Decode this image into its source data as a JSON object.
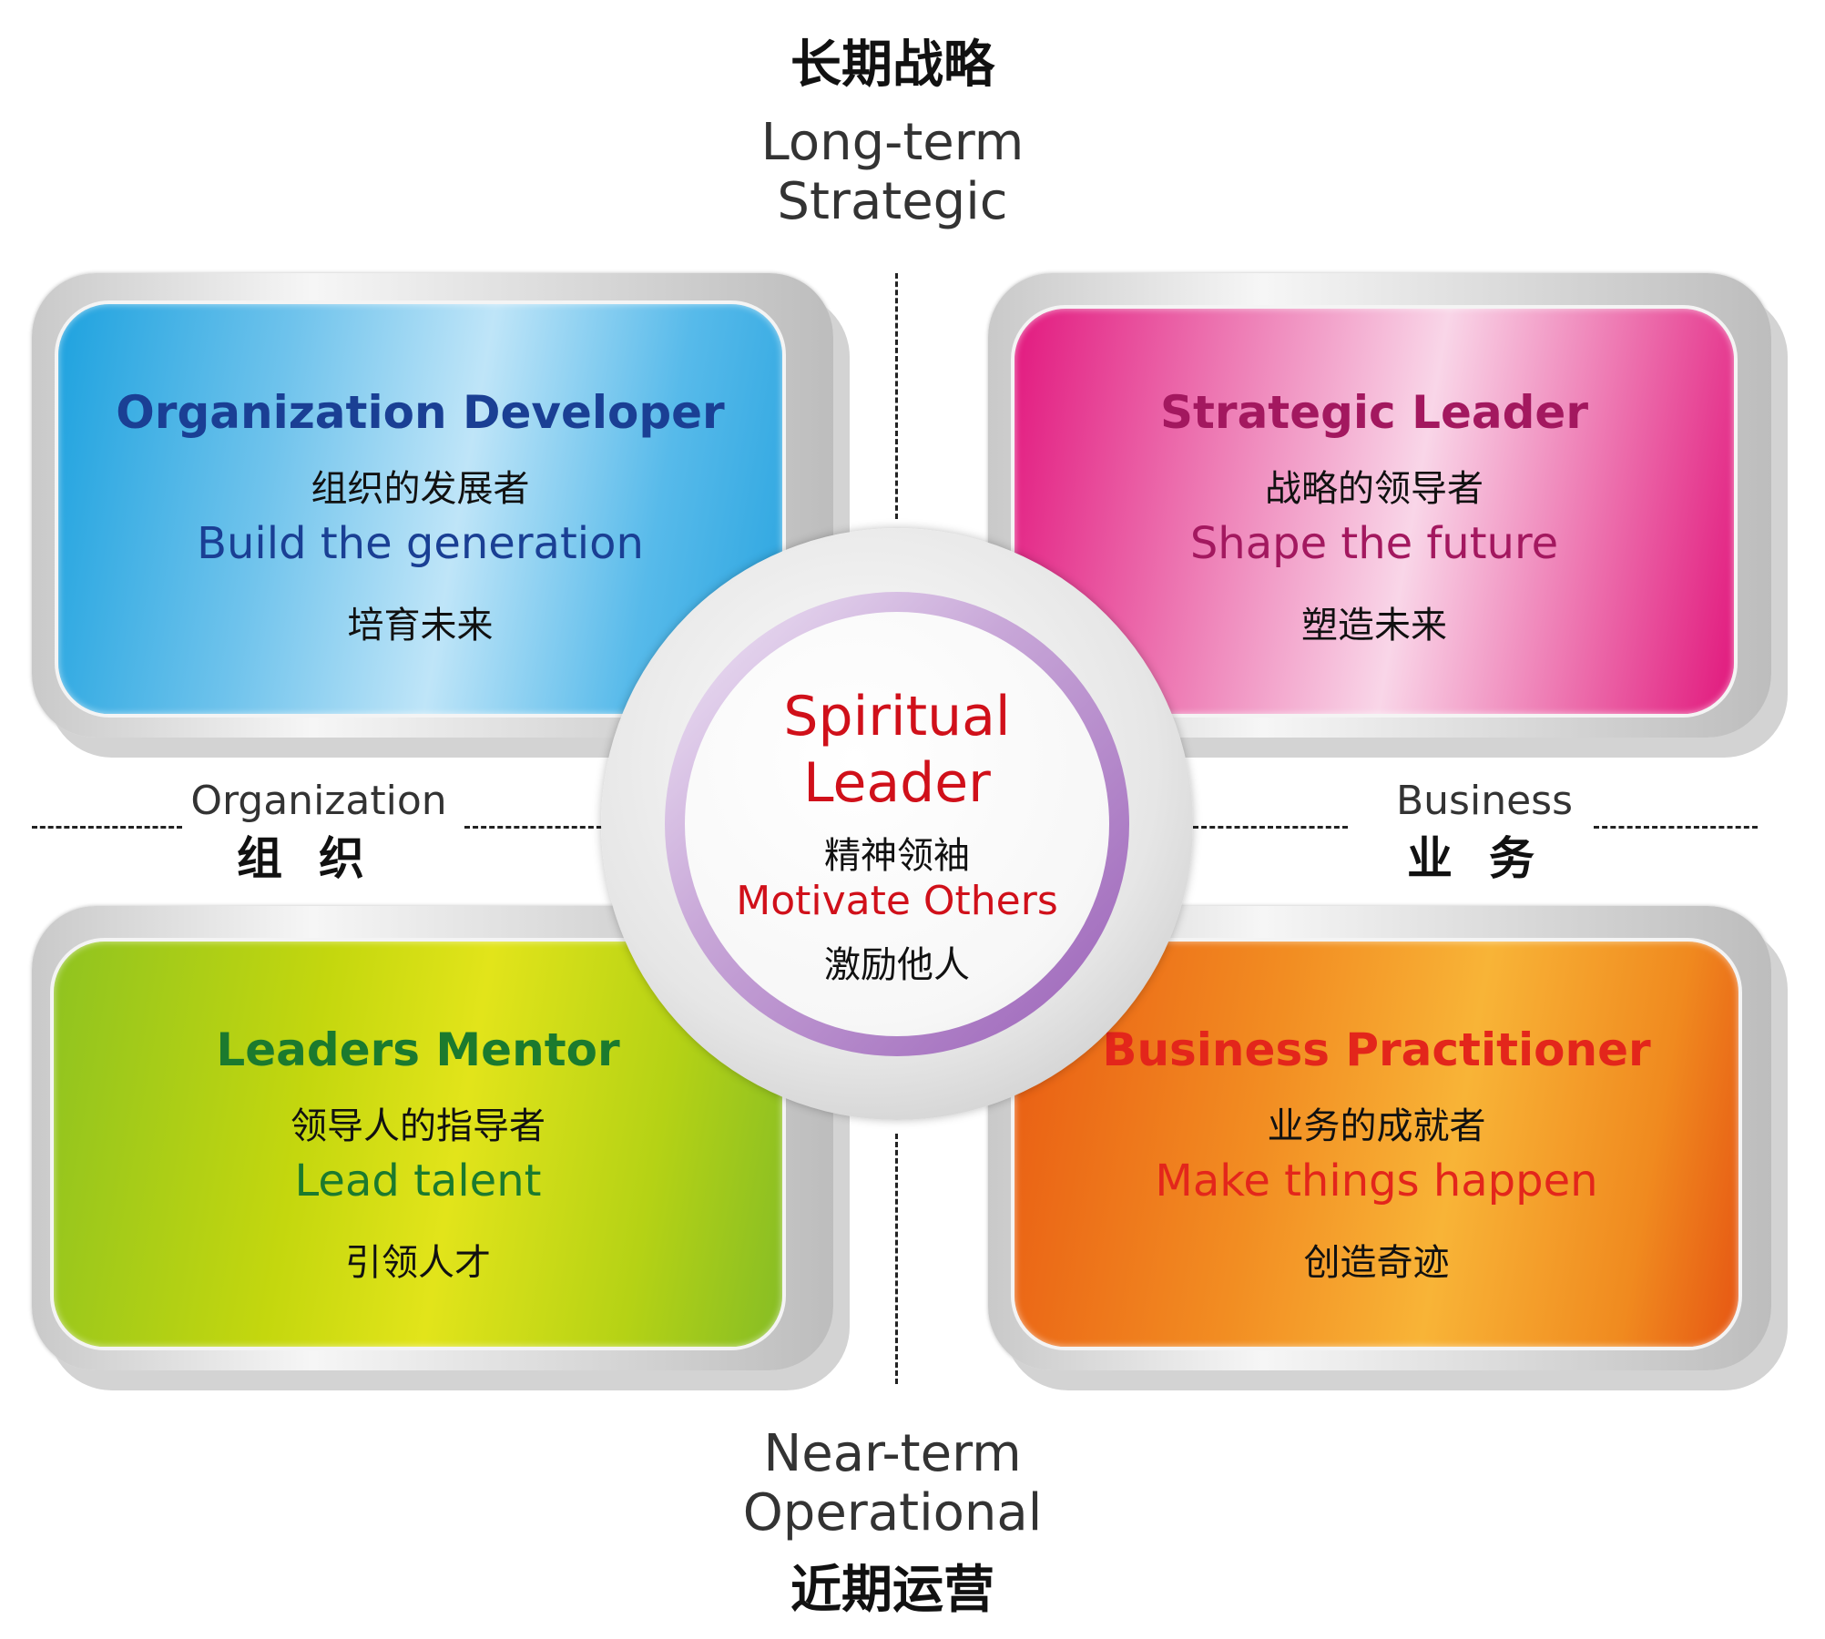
{
  "axes": {
    "top_zh": "长期战略",
    "top_en": [
      "Long-term",
      "Strategic"
    ],
    "bottom_en": [
      "Near-term",
      "Operational"
    ],
    "bottom_zh": "近期运营",
    "left_en": "Organization",
    "left_zh": "组织",
    "right_en": "Business",
    "right_zh": "业务"
  },
  "quadrants": {
    "top_left": {
      "title": "Organization Developer",
      "zh_role": "组织的发展者",
      "en_tagline": "Build the generation",
      "zh_tagline": "培育未来",
      "color": "#1a3f94"
    },
    "top_right": {
      "title": "Strategic Leader",
      "zh_role": "战略的领导者",
      "en_tagline": "Shape the future",
      "zh_tagline": "塑造未来",
      "color": "#a3185f"
    },
    "bottom_left": {
      "title": "Leaders Mentor",
      "zh_role": "领导人的指导者",
      "en_tagline": "Lead talent",
      "zh_tagline": "引领人才",
      "color": "#1b7a2e"
    },
    "bottom_right": {
      "title": "Business Practitioner",
      "zh_role": "业务的成就者",
      "en_tagline": "Make things happen",
      "zh_tagline": "创造奇迹",
      "color": "#e3261b"
    }
  },
  "center": {
    "title": [
      "Spiritual",
      "Leader"
    ],
    "zh_role": "精神领袖",
    "en_tagline": "Motivate Others",
    "zh_tagline": "激励他人",
    "color": "#d0101a"
  }
}
